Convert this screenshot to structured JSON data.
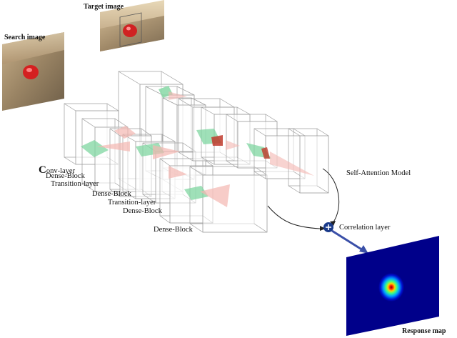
{
  "title_labels": {
    "target_image": "Target image",
    "search_image": "Search image",
    "response_map": "Response map"
  },
  "layer_labels": {
    "conv_layer_initial": "C",
    "conv_layer_rest": "onv-layer",
    "dense_block_1": "Dense-Block",
    "transition_layer_1": "Transition-layer",
    "dense_block_2": "Dense-Block",
    "transition_layer_2": "Transition-layer",
    "dense_block_3": "Dense-Block",
    "dense_block_4": "Dense-Block",
    "self_attention_model": "Self-Attention Model",
    "correlation_layer": "Correlation layer"
  },
  "icons": {
    "correlation": "cross-correlation-icon"
  },
  "colors": {
    "block_edge": "#9a9a9a",
    "block_fill": "#ffffff",
    "green_volume": "#7fd6a0",
    "red_volume": "#e05a4a",
    "pink_cone": "#f4b6b0",
    "arrow_blue": "#3a4fa8",
    "correlation_node": "#1a3a8a"
  }
}
